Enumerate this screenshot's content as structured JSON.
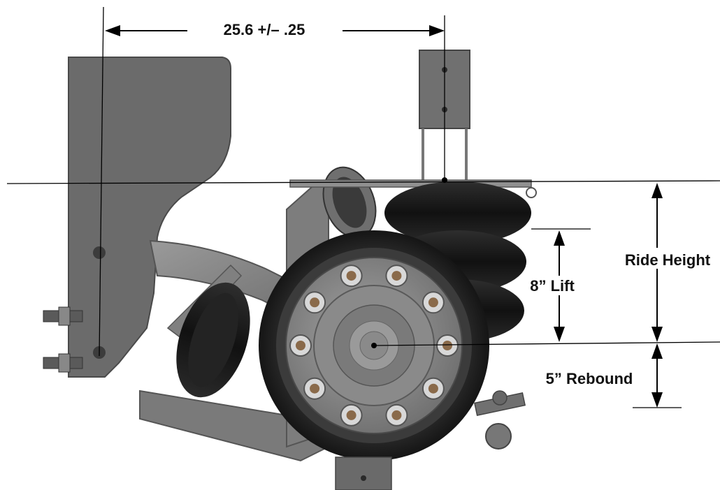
{
  "dimensions": {
    "span_label": "25.6 +/– .25",
    "ride_height_label": "Ride Height",
    "lift_label": "8” Lift",
    "rebound_label": "5” Rebound"
  },
  "colors": {
    "bracket": "#6b6b6b",
    "bracket_edge": "#4a4a4a",
    "tire": "#2b2b2b",
    "rim": "#8c8c8c",
    "air_spring": "#1f1f1f",
    "dimension_line": "#000000"
  }
}
